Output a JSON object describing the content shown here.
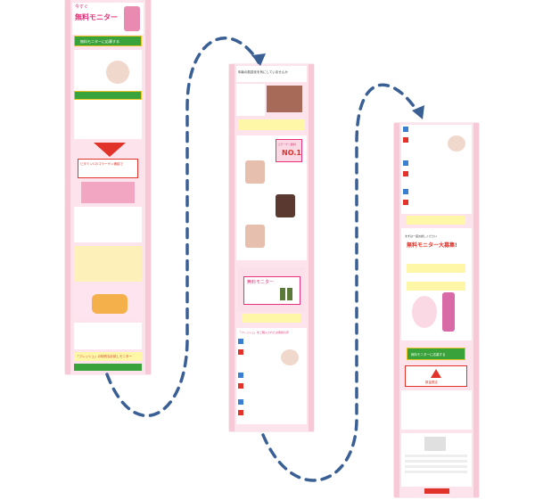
{
  "page": {
    "description_free": true
  },
  "strip1": {
    "headline_small": "今すぐ",
    "headline_large": "無料モニター",
    "cta_label": "無料モニターに応募する",
    "mid_banner": "ビタミンCのコラーゲン補給で",
    "footer_note": "「フレッシュ」の特別なお試しモニター"
  },
  "strip2": {
    "top_text": "年齢の肌変化を気にしていませんか",
    "badge_label": "NO.1",
    "badge_caption": "コラーゲン飲料",
    "mid_title": "無料モニター",
    "bottom_text": "「フレッシュ」をご購入されたお客様の声"
  },
  "strip3": {
    "monitor_title": "無料モニター大募集!",
    "sub_text": "まずは一度お試しください",
    "cta_label": "無料モニターに応募する",
    "warning_text": "数量限定"
  },
  "colors": {
    "strip_bg": "#f7c9d6",
    "accent_pink": "#e8317a",
    "arrow": "#3a5f95",
    "cta_green": "#3aa23a",
    "banner_red": "#e2332a"
  }
}
